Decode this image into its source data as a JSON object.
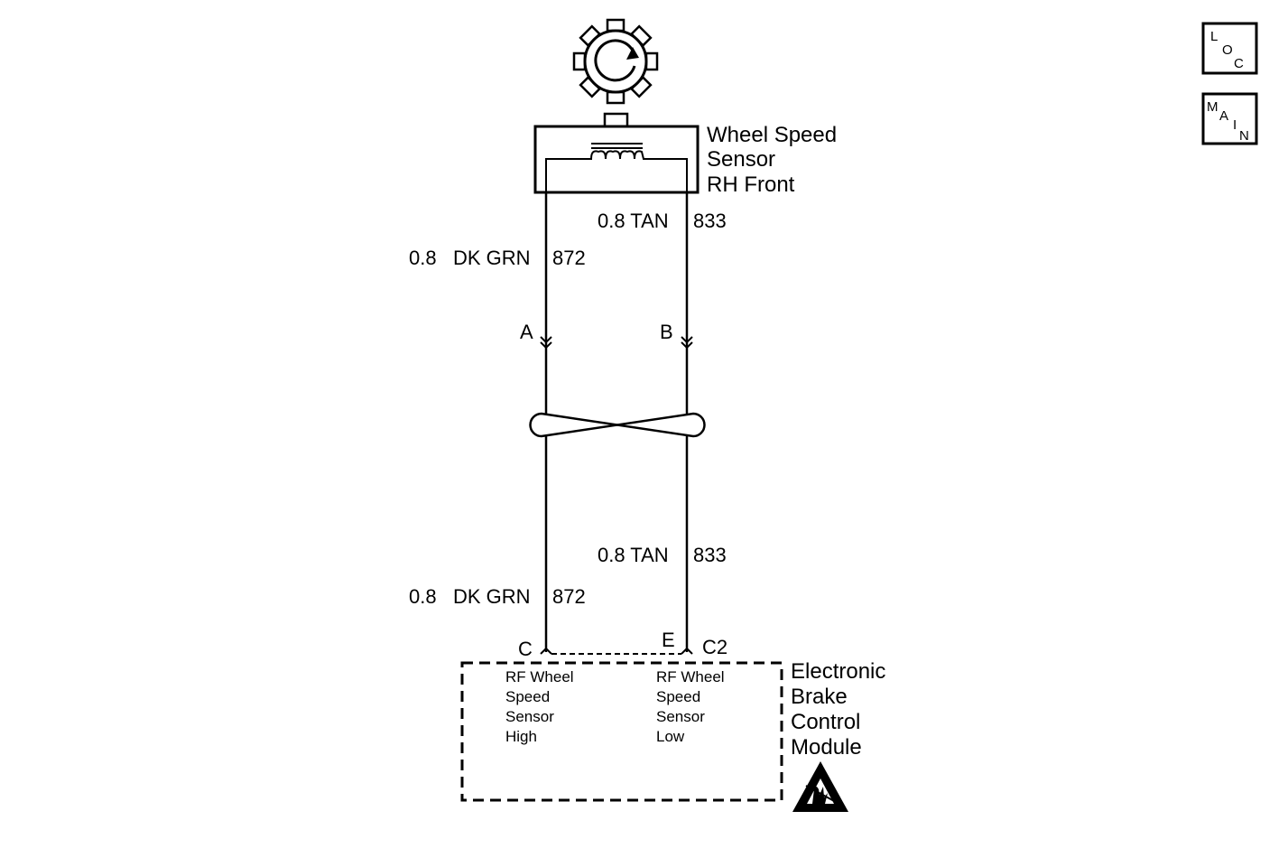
{
  "nav": {
    "loc": [
      "L",
      "O",
      "C"
    ],
    "main": [
      "M",
      "A",
      "I",
      "N"
    ]
  },
  "sensor": {
    "name_lines": [
      "Wheel Speed",
      "Sensor",
      "RH Front"
    ]
  },
  "wires": {
    "left_upper": {
      "size": "0.8",
      "color": "DK GRN",
      "circuit": "872"
    },
    "right_upper": {
      "size_color": "0.8 TAN",
      "circuit": "833"
    },
    "left_lower": {
      "size": "0.8",
      "color": "DK GRN",
      "circuit": "872"
    },
    "right_lower": {
      "size_color": "0.8 TAN",
      "circuit": "833"
    }
  },
  "connectors": {
    "upper_left_pin": "A",
    "upper_right_pin": "B",
    "module_left_pin": "C",
    "module_right_pin": "E",
    "module_connector": "C2"
  },
  "module": {
    "name_lines": [
      "Electronic",
      "Brake",
      "Control",
      "Module"
    ],
    "high_lines": [
      "RF Wheel",
      "Speed",
      "Sensor",
      "High"
    ],
    "low_lines": [
      "RF Wheel",
      "Speed",
      "Sensor",
      "Low"
    ]
  },
  "icons": {
    "rotation": "wheel-rotation-icon",
    "esd": "esd-warning-icon"
  }
}
